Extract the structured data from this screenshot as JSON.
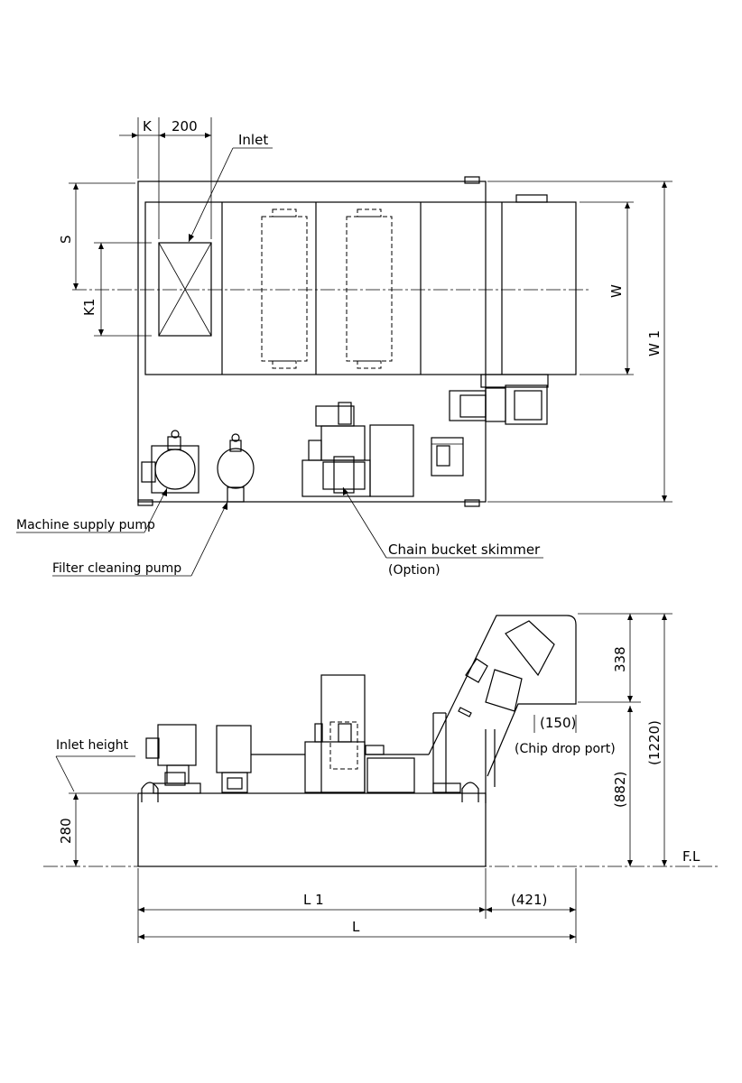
{
  "top_view": {
    "dim_k": "K",
    "dim_200": "200",
    "label_inlet": "Inlet",
    "dim_s": "S",
    "dim_k1": "K1",
    "dim_w": "W",
    "dim_w1": "W 1",
    "label_machine_pump": "Machine supply pump",
    "label_filter_pump": "Filter cleaning pump",
    "label_skimmer": "Chain bucket skimmer",
    "label_option": "(Option)"
  },
  "side_view": {
    "label_inlet_height": "Inlet height",
    "dim_280": "280",
    "dim_338": "338",
    "dim_1220": "(1220)",
    "dim_882": "(882)",
    "dim_150": "(150)",
    "label_chip_drop": "(Chip drop port)",
    "label_fl": "F.L",
    "dim_l1": "L 1",
    "dim_421": "(421)",
    "dim_l": "L"
  }
}
